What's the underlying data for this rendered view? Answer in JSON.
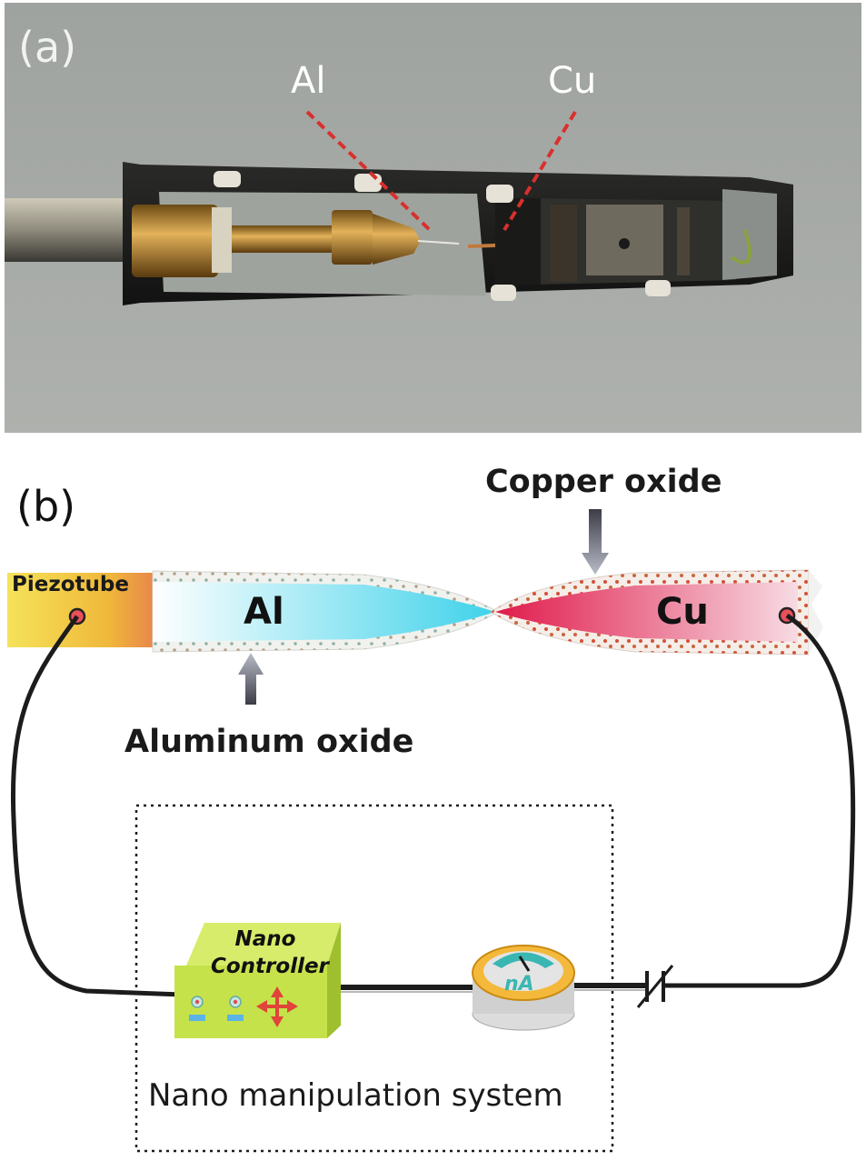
{
  "panel_a": {
    "tag": "(a)",
    "label_al": "Al",
    "label_cu": "Cu"
  },
  "panel_b": {
    "tag": "(b)",
    "copper_oxide": "Copper oxide",
    "aluminum_oxide": "Aluminum oxide",
    "piezotube": "Piezotube",
    "al": "Al",
    "cu": "Cu",
    "nano_controller_line1": "Nano",
    "nano_controller_line2": "Controller",
    "ammeter": "nA",
    "system": "Nano manipulation system"
  },
  "colors": {
    "photo_background": "#a8aba7",
    "marker_dash": "#d8302d",
    "piezotube": "#f2c23a",
    "aluminum": "#5fd6ea",
    "copper": "#e0305a",
    "controller": "#c5e24a",
    "wire": "#1c1c1c"
  }
}
